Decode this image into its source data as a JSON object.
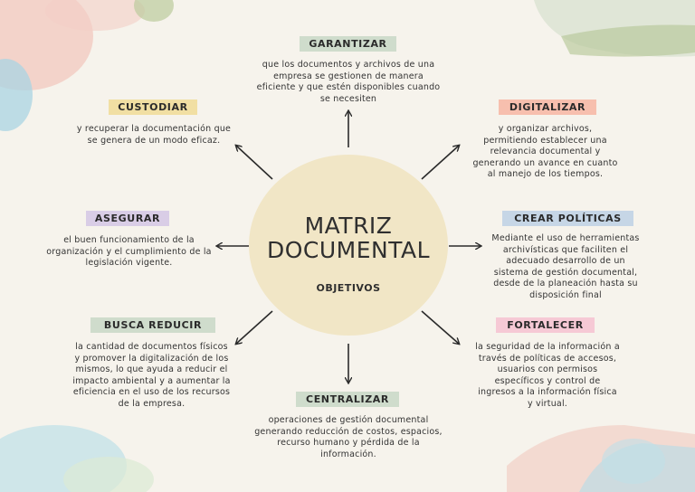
{
  "center": {
    "title": "MATRIZ\nDOCUMENTAL",
    "subtitle": "OBJETIVOS"
  },
  "nodes": {
    "garantizar": {
      "label": "GARANTIZAR",
      "color": "#cfdccc",
      "text": "que los documentos y archivos de una empresa se gestionen de manera eficiente y que estén disponibles cuando se necesiten"
    },
    "custodiar": {
      "label": "CUSTODIAR",
      "color": "#f1dfa3",
      "text": "y recuperar la documentación que se genera de un modo eficaz."
    },
    "digitalizar": {
      "label": "DIGITALIZAR",
      "color": "#f7bfae",
      "text": "y organizar archivos, permitiendo establecer una relevancia documental y generando un avance en cuanto al manejo de los tiempos."
    },
    "asegurar": {
      "label": "ASEGURAR",
      "color": "#d9cde6",
      "text": "el buen funcionamiento de la organización y el cumplimiento de la legislación vigente."
    },
    "crear_politicas": {
      "label": "CREAR POLÍTICAS",
      "color": "#c6d6e6",
      "text": "Mediante el uso de herramientas archivísticas que faciliten el adecuado desarrollo de un sistema de gestión documental, desde de la planeación hasta su disposición final"
    },
    "busca_reducir": {
      "label": "BUSCA REDUCIR",
      "color": "#cfdccc",
      "text": "la cantidad de documentos físicos y promover la digitalización de los mismos, lo que ayuda a reducir el impacto ambiental y a aumentar la eficiencia en el uso de los recursos de la empresa."
    },
    "fortalecer": {
      "label": "FORTALECER",
      "color": "#f6c9d5",
      "text": "la seguridad de la información a través de políticas de accesos, usuarios con permisos específicos y control de ingresos a la información física y virtual."
    },
    "centralizar": {
      "label": "CENTRALIZAR",
      "color": "#cfdccc",
      "text": "operaciones de gestión documental generando reducción de costos, espacios, recurso humano y pérdida de la información."
    }
  },
  "colors": {
    "background": "#f6f3ec",
    "center_circle": "#f1e6c6",
    "arrow": "#2b2b2b"
  }
}
